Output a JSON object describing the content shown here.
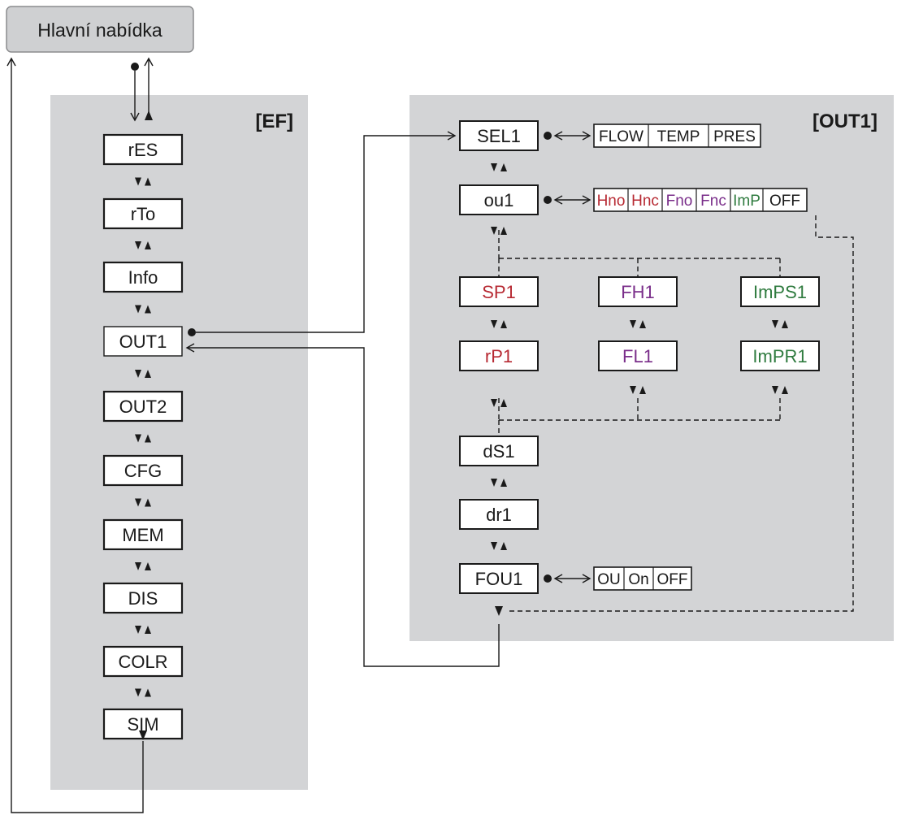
{
  "colors": {
    "panel": "#d3d4d6",
    "red": "#b72a33",
    "purple": "#7a2e8a",
    "green": "#2f7b3f",
    "black": "#1a1a1a"
  },
  "main_menu": {
    "label": "Hlavní nabídka"
  },
  "ef_panel": {
    "title": "[EF]",
    "items": [
      {
        "id": "res",
        "label": "rES"
      },
      {
        "id": "rto",
        "label": "rTo"
      },
      {
        "id": "info",
        "label": "Info"
      },
      {
        "id": "out1",
        "label": "OUT1"
      },
      {
        "id": "out2",
        "label": "OUT2"
      },
      {
        "id": "cfg",
        "label": "CFG"
      },
      {
        "id": "mem",
        "label": "MEM"
      },
      {
        "id": "dis",
        "label": "DIS"
      },
      {
        "id": "colr",
        "label": "COLR"
      },
      {
        "id": "sim",
        "label": "SIM"
      }
    ]
  },
  "out1_panel": {
    "title": "[OUT1]",
    "items": [
      {
        "id": "sel1",
        "label": "SEL1"
      },
      {
        "id": "ou1",
        "label": "ou1"
      },
      {
        "id": "sp1",
        "label": "SP1",
        "color": "red"
      },
      {
        "id": "fh1",
        "label": "FH1",
        "color": "purple"
      },
      {
        "id": "imps1",
        "label": "ImPS1",
        "color": "green"
      },
      {
        "id": "rp1",
        "label": "rP1",
        "color": "red"
      },
      {
        "id": "fl1",
        "label": "FL1",
        "color": "purple"
      },
      {
        "id": "impr1",
        "label": "ImPR1",
        "color": "green"
      },
      {
        "id": "ds1",
        "label": "dS1"
      },
      {
        "id": "dr1",
        "label": "dr1"
      },
      {
        "id": "fou1",
        "label": "FOU1"
      }
    ],
    "option_groups": [
      {
        "id": "sel1_options",
        "options": [
          {
            "label": "FLOW",
            "color": "black"
          },
          {
            "label": "TEMP",
            "color": "black"
          },
          {
            "label": "PRES",
            "color": "black"
          }
        ]
      },
      {
        "id": "ou1_options",
        "options": [
          {
            "label": "Hno",
            "color": "red"
          },
          {
            "label": "Hnc",
            "color": "red"
          },
          {
            "label": "Fno",
            "color": "purple"
          },
          {
            "label": "Fnc",
            "color": "purple"
          },
          {
            "label": "ImP",
            "color": "green"
          },
          {
            "label": "OFF",
            "color": "black"
          }
        ]
      },
      {
        "id": "fou1_options",
        "options": [
          {
            "label": "OU",
            "color": "black"
          },
          {
            "label": "On",
            "color": "black"
          },
          {
            "label": "OFF",
            "color": "black"
          }
        ]
      }
    ]
  }
}
